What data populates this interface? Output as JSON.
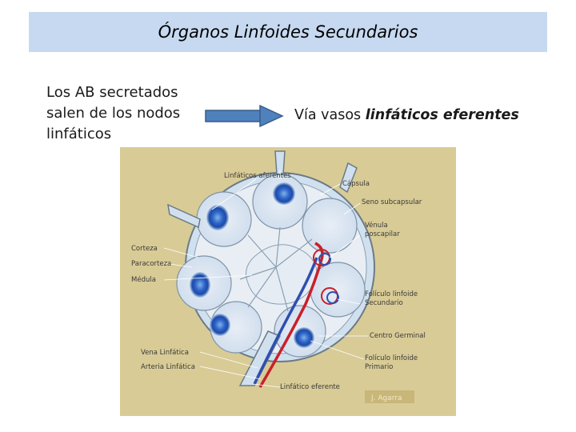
{
  "title": "Órganos Linfoides Secundarios",
  "left_text": {
    "line1": "Los AB secretados",
    "line2": "salen de los nodos",
    "line3": "linfáticos"
  },
  "right_text": {
    "prefix": "Vía vasos",
    "emphasis": "linfáticos eferentes"
  },
  "diagram": {
    "labels": {
      "afferent": "Linfáticos aferentes",
      "capsule": "Cápsula",
      "subcapsular": "Seno subcapsular",
      "cortex": "Corteza",
      "paracortex": "Paracorteza",
      "medulla": "Médula",
      "venule_1": "Vénula",
      "venule_2": "poscapilar",
      "secondary_1": "Folículo linfoide",
      "secondary_2": "Secundario",
      "germinal": "Centro Germinal",
      "primary_1": "Folículo linfoide",
      "primary_2": "Primario",
      "vein": "Vena Linfática",
      "artery": "Arteria Linfática",
      "efferent": "Linfático eferente"
    },
    "watermark": "J. Agarra",
    "colors": {
      "background": "#d8cb96",
      "node_fill": "#b8d1e8",
      "follicle": "#1f58b8",
      "vein": "#2e4fb0",
      "artery": "#c8202a"
    }
  }
}
